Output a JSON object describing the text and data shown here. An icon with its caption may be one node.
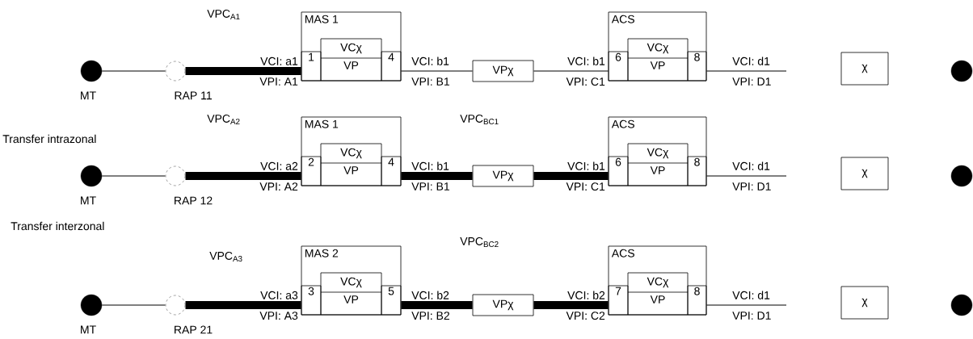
{
  "diagram": {
    "nodes": [
      {
        "text": [],
        "shape": "circle",
        "beside": [
          "MT"
        ]
      },
      {
        "text": [],
        "shape": "circle",
        "beside": [
          "RAP 11"
        ]
      },
      {
        "text": [
          "MAS 1"
        ]
      },
      {
        "text": [
          "1"
        ],
        "in": 2
      },
      {
        "text": [
          "VCχ",
          "VP"
        ],
        "in": 2
      },
      {
        "text": [
          "4"
        ],
        "in": 2
      },
      {
        "text": [
          "VPχ"
        ]
      },
      {
        "text": [
          "ACS"
        ]
      },
      {
        "text": [
          "6"
        ],
        "in": 7
      },
      {
        "text": [
          "VCχ",
          "VP"
        ],
        "in": 7
      },
      {
        "text": [
          "8"
        ],
        "in": 7
      },
      {
        "text": [
          "χ"
        ]
      },
      {
        "text": [],
        "shape": "circle"
      },
      {
        "text": [],
        "shape": "circle",
        "beside": [
          "MT"
        ]
      },
      {
        "text": [],
        "shape": "circle",
        "beside": [
          "RAP 12"
        ]
      },
      {
        "text": [
          "MAS 1"
        ]
      },
      {
        "text": [
          "2"
        ],
        "in": 15
      },
      {
        "text": [
          "VCχ",
          "VP"
        ],
        "in": 15
      },
      {
        "text": [
          "4"
        ],
        "in": 15
      },
      {
        "text": [
          "VPχ"
        ]
      },
      {
        "text": [
          "ACS"
        ]
      },
      {
        "text": [
          "6"
        ],
        "in": 20
      },
      {
        "text": [
          "VCχ",
          "VP"
        ],
        "in": 20
      },
      {
        "text": [
          "8"
        ],
        "in": 20
      },
      {
        "text": [
          "χ"
        ]
      },
      {
        "text": [],
        "shape": "circle"
      },
      {
        "text": [],
        "shape": "circle",
        "beside": [
          "MT"
        ]
      },
      {
        "text": [],
        "shape": "circle",
        "beside": [
          "RAP 21"
        ]
      },
      {
        "text": [
          "MAS 2"
        ]
      },
      {
        "text": [
          "3"
        ],
        "in": 28
      },
      {
        "text": [
          "VCχ",
          "VP"
        ],
        "in": 28
      },
      {
        "text": [
          "5"
        ],
        "in": 28
      },
      {
        "text": [
          "VPχ"
        ]
      },
      {
        "text": [
          "ACS"
        ]
      },
      {
        "text": [
          "7"
        ],
        "in": 33
      },
      {
        "text": [
          "VCχ",
          "VP"
        ],
        "in": 33
      },
      {
        "text": [
          "8"
        ],
        "in": 33
      },
      {
        "text": [
          "χ"
        ]
      },
      {
        "text": [],
        "shape": "circle"
      }
    ],
    "edges": [
      {
        "from": 0,
        "to": 1,
        "arrow": "none"
      },
      {
        "from": 1,
        "to": 3,
        "arrow": "none",
        "label": "VCI: a1",
        "style": "thick"
      },
      {
        "from": 5,
        "to": 6,
        "arrow": "none",
        "label": "VCI: b1"
      },
      {
        "from": 6,
        "to": 8,
        "arrow": "none",
        "label": "VCI: b1"
      },
      {
        "from": 10,
        "to": null,
        "arrow": "none",
        "label": "VCI: d1"
      },
      {
        "from": 13,
        "to": 14,
        "arrow": "none"
      },
      {
        "from": 14,
        "to": 16,
        "arrow": "none",
        "label": "VCI: a2",
        "style": "thick"
      },
      {
        "from": 18,
        "to": 19,
        "arrow": "none",
        "label": "VCI: b1",
        "style": "thick"
      },
      {
        "from": 19,
        "to": 21,
        "arrow": "none",
        "label": "VCI: b1",
        "style": "thick"
      },
      {
        "from": 23,
        "to": null,
        "arrow": "none",
        "label": "VCI: d1"
      },
      {
        "from": 26,
        "to": 27,
        "arrow": "none"
      },
      {
        "from": 27,
        "to": 29,
        "arrow": "none",
        "label": "VCI: a3",
        "style": "thick"
      },
      {
        "from": 31,
        "to": 32,
        "arrow": "none",
        "label": "VCI: b2",
        "style": "thick"
      },
      {
        "from": 32,
        "to": 34,
        "arrow": "none",
        "label": "VCI: b2",
        "style": "thick"
      },
      {
        "from": 36,
        "to": null,
        "arrow": "none",
        "label": "VCI: d1"
      }
    ],
    "labels": [
      "VPC$_{A1}$",
      "VPI: A1",
      "VPI: B1",
      "VPI: C1",
      "VPI: D1",
      "Transfer intrazonal",
      "VPC$_{A2}$",
      "VPC$_{BC1}$",
      "VPI: A2",
      "VPI: B1",
      "VPI: C1",
      "VPI: D1",
      "Transfer interzonal",
      "VPC$_{A3}$",
      "VPC$_{BC2}$",
      "VPI: A3",
      "VPI: B2",
      "VPI: C2",
      "VPI: D1"
    ]
  }
}
